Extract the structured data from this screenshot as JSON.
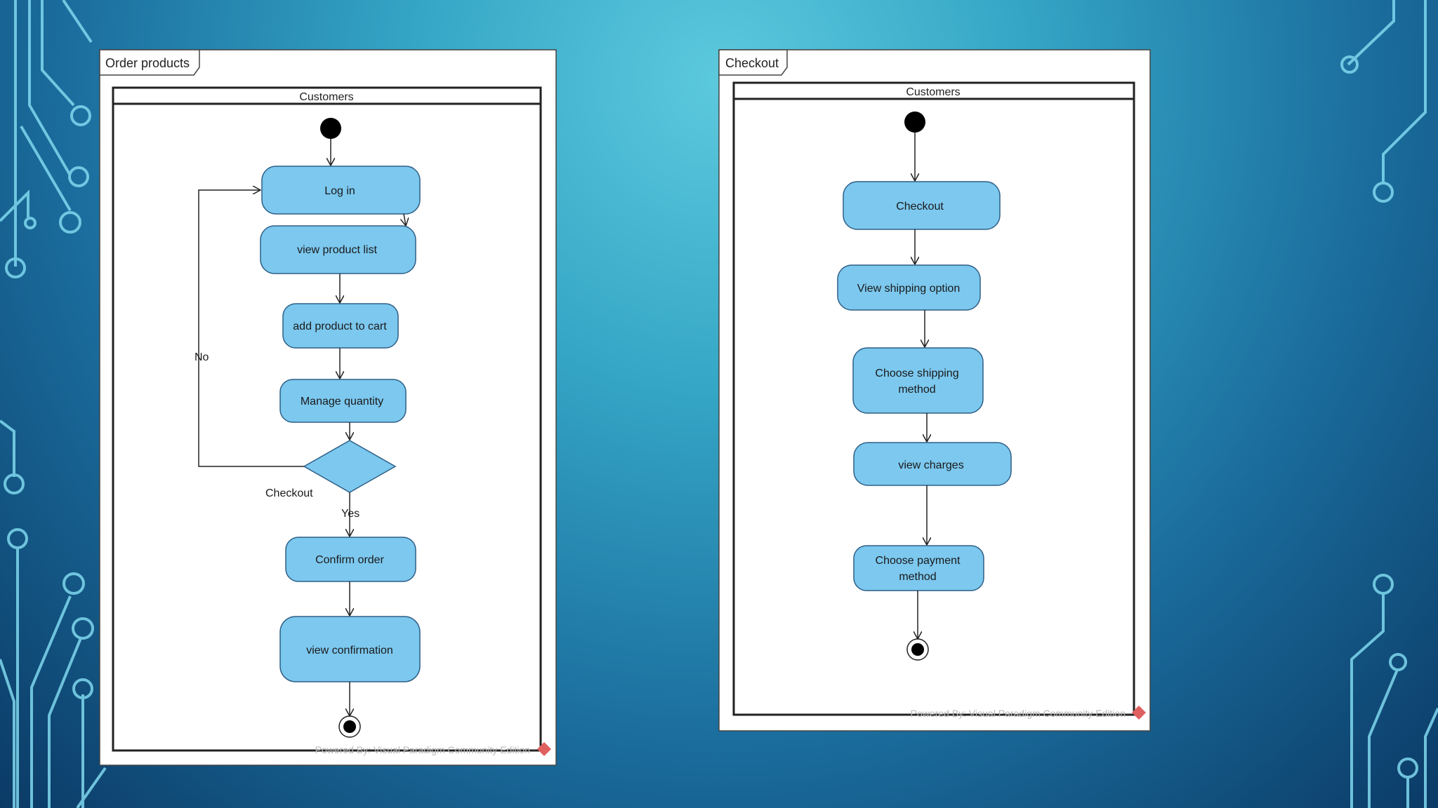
{
  "diagrams": [
    {
      "frame_title": "Order products",
      "lane_title": "Customers",
      "nodes": {
        "log_in": "Log in",
        "view_product_list": "view product list",
        "add_product_to_cart": "add product to cart",
        "manage_quantity": "Manage  quantity",
        "confirm_order": "Confirm order",
        "view_confirmation": "view confirmation"
      },
      "edge_labels": {
        "no": "No",
        "checkout": "Checkout",
        "yes": "Yes"
      },
      "watermark": "Powered By: Visual Paradigm Community Edition"
    },
    {
      "frame_title": "Checkout",
      "lane_title": "Customers",
      "nodes": {
        "checkout": "Checkout",
        "view_shipping_option": "View shipping option",
        "choose_shipping_method_1": "Choose shipping",
        "choose_shipping_method_2": "method",
        "view_charges": "view charges",
        "choose_payment_method_1": "Choose payment",
        "choose_payment_method_2": "method"
      },
      "watermark": "Powered By: Visual Paradigm Community Edition"
    }
  ],
  "colors": {
    "node_fill": "#7cc8ef",
    "node_stroke": "#2e5f86",
    "decorative_circuit": "#7fd8ee"
  }
}
